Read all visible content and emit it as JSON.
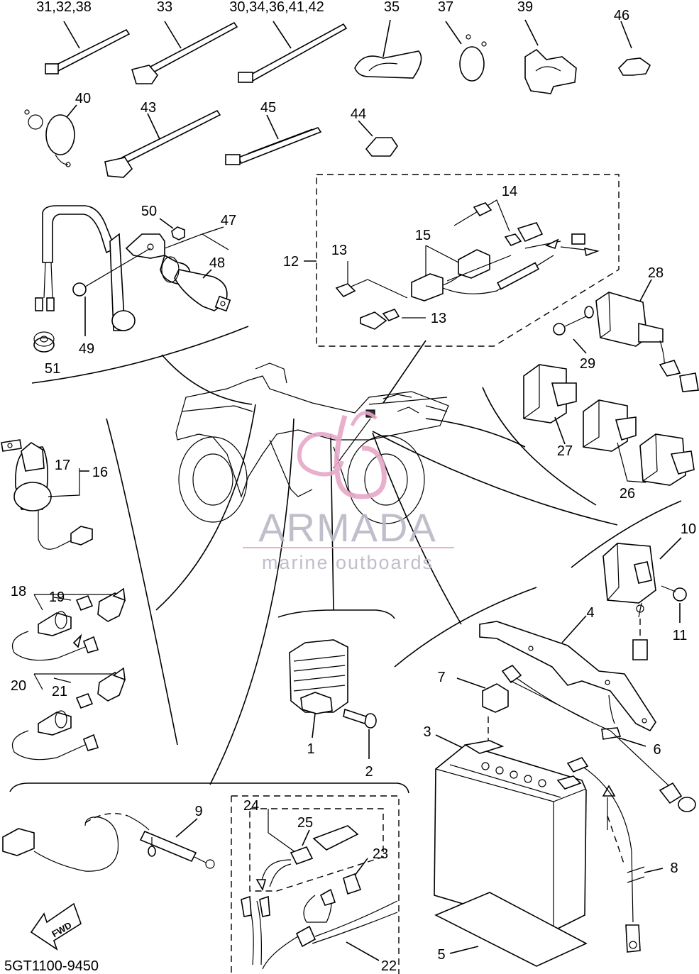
{
  "labels": {
    "l_31_32_38": "31,32,38",
    "l_33": "33",
    "l_30_34": "30,34,36,41,42",
    "l_35": "35",
    "l_37": "37",
    "l_39": "39",
    "l_46": "46",
    "l_40": "40",
    "l_43": "43",
    "l_45": "45",
    "l_44": "44",
    "l_14": "14",
    "l_50": "50",
    "l_47": "47",
    "l_15": "15",
    "l_12": "12",
    "l_13a": "13",
    "l_48": "48",
    "l_28": "28",
    "l_13b": "13",
    "l_49": "49",
    "l_29": "29",
    "l_51": "51",
    "l_27": "27",
    "l_17": "17",
    "l_16": "16",
    "l_26": "26",
    "l_10": "10",
    "l_18": "18",
    "l_19": "19",
    "l_11": "11",
    "l_4": "4",
    "l_20": "20",
    "l_21": "21",
    "l_7": "7",
    "l_3": "3",
    "l_1": "1",
    "l_2": "2",
    "l_6": "6",
    "l_9": "9",
    "l_24": "24",
    "l_25": "25",
    "l_23": "23",
    "l_8": "8",
    "l_5": "5",
    "l_22": "22"
  },
  "fwd_label": "FWD",
  "part_number": "5GT1100-9450",
  "watermark": {
    "brand": "ARMADA",
    "tagline": "marine outboards",
    "color_gray": "#b9b9c6",
    "color_pink": "#e7a8c8"
  }
}
